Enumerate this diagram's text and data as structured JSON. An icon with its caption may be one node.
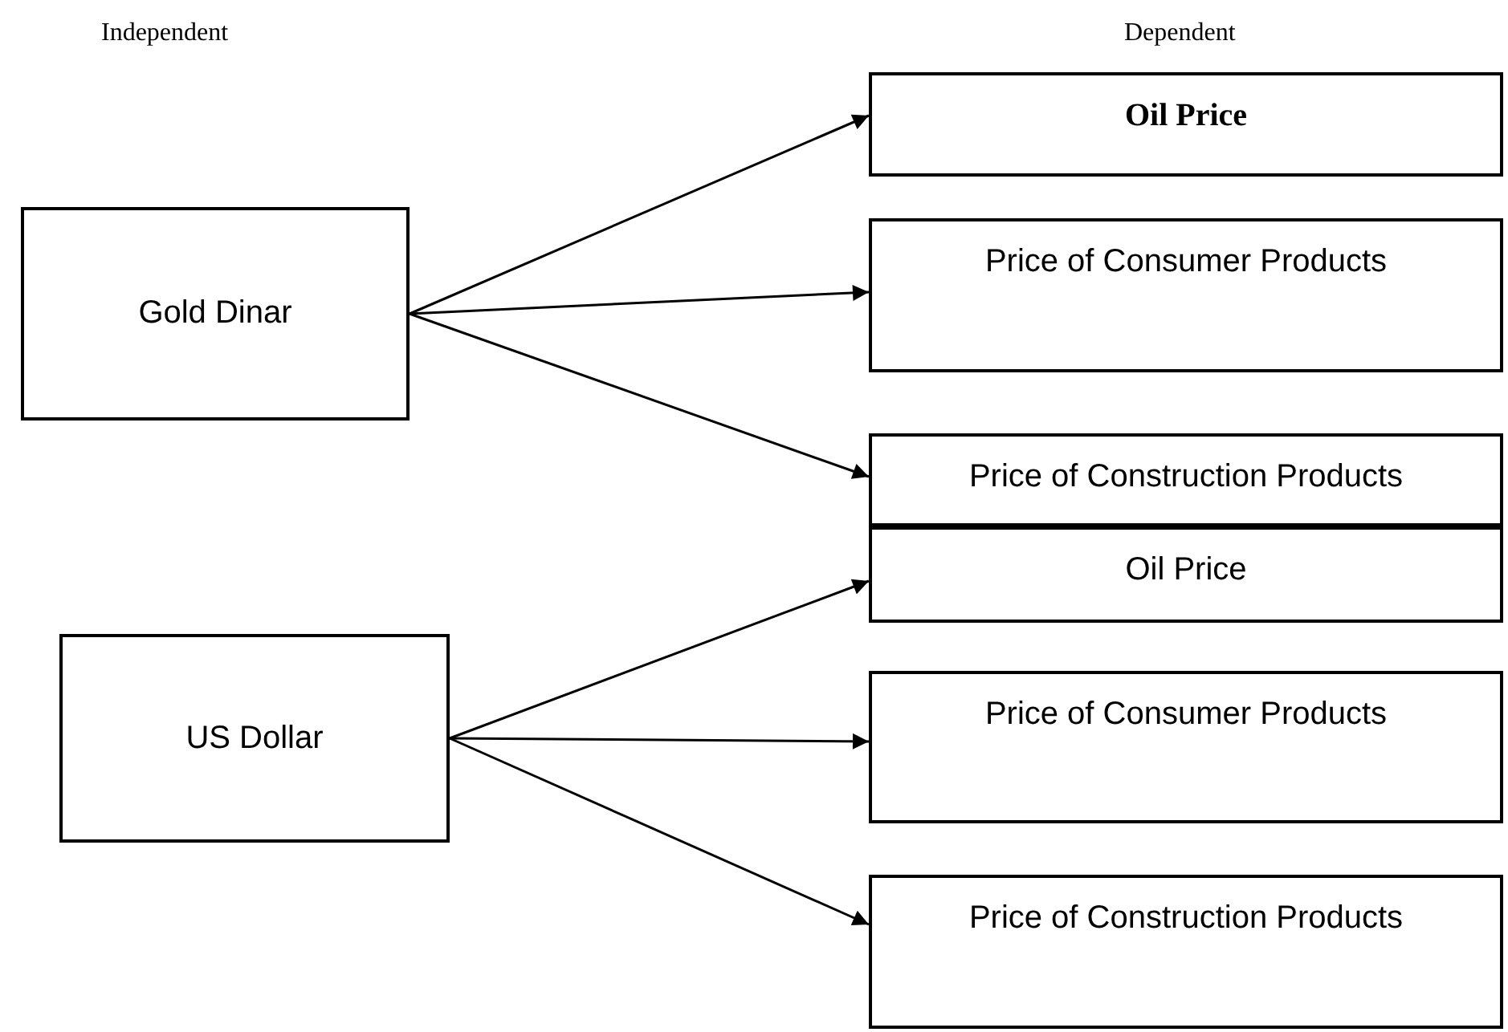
{
  "diagram": {
    "nodes": [
      {
        "text": [
          "Gold Dinar"
        ]
      },
      {
        "text": [
          "US Dollar"
        ]
      },
      {
        "text": [
          "**Oil Price**"
        ]
      },
      {
        "text": [
          "Price of Consumer Products"
        ]
      },
      {
        "text": [
          "Price of Construction Products"
        ]
      },
      {
        "text": [
          "Oil Price"
        ]
      },
      {
        "text": [
          "Price of Consumer Products"
        ]
      },
      {
        "text": [
          "Price of Construction Products"
        ]
      }
    ],
    "edges": [
      {
        "from": 0,
        "to": 2,
        "arrow": "to"
      },
      {
        "from": 0,
        "to": 3,
        "arrow": "to"
      },
      {
        "from": 0,
        "to": 4,
        "arrow": "to"
      },
      {
        "from": 1,
        "to": 5,
        "arrow": "to"
      },
      {
        "from": 1,
        "to": 6,
        "arrow": "to"
      },
      {
        "from": 1,
        "to": 7,
        "arrow": "to"
      }
    ],
    "labels": [
      "Independent",
      "Dependent"
    ]
  }
}
